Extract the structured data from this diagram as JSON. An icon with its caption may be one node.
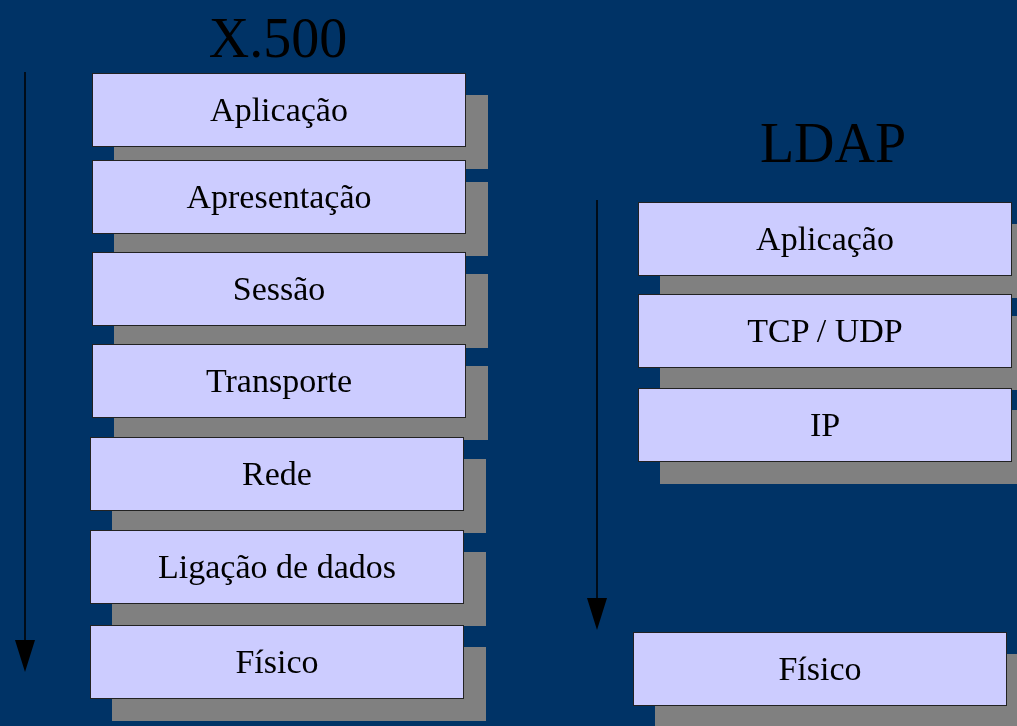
{
  "diagram": {
    "nodes": [
      {
        "text": [
          "Aplicação"
        ]
      },
      {
        "text": [
          "Apresentação"
        ]
      },
      {
        "text": [
          "Sessão"
        ]
      },
      {
        "text": [
          "Transporte"
        ]
      },
      {
        "text": [
          "Rede"
        ]
      },
      {
        "text": [
          "Ligação de dados"
        ]
      },
      {
        "text": [
          "Físico"
        ]
      },
      {
        "text": [
          "Aplicação"
        ]
      },
      {
        "text": [
          "TCP / UDP"
        ]
      },
      {
        "text": [
          "IP"
        ]
      },
      {
        "text": [
          "Físico"
        ]
      }
    ],
    "labels": [
      "X.500",
      "LDAP"
    ]
  }
}
